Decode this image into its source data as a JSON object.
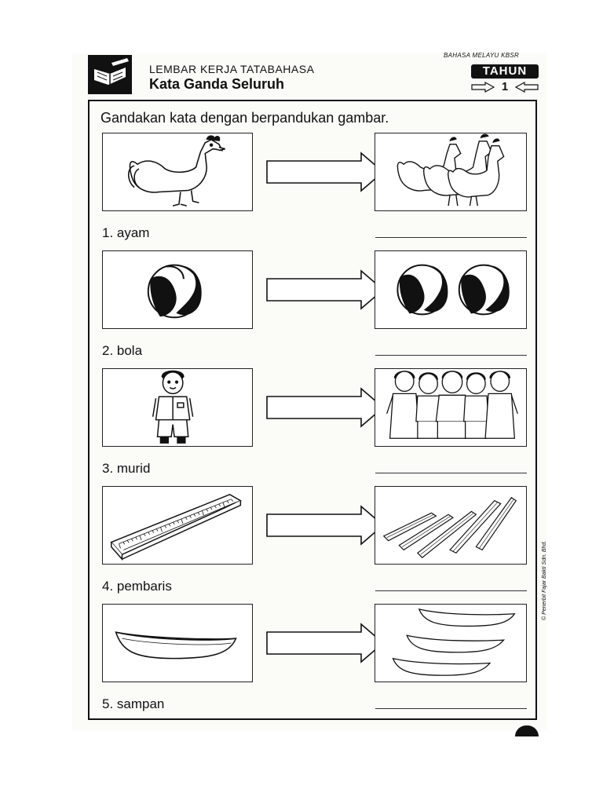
{
  "header": {
    "line1": "LEMBAR KERJA TATABAHASA",
    "line2": "Kata Ganda Seluruh",
    "subject": "BAHASA MELAYU KBSR",
    "year_label": "TAHUN",
    "year_number": "1"
  },
  "instruction": "Gandakan kata dengan berpandukan gambar.",
  "items": [
    {
      "label": "1. ayam",
      "icon": "rooster-icon"
    },
    {
      "label": "2. bola",
      "icon": "beach-ball-icon"
    },
    {
      "label": "3. murid",
      "icon": "student-icon"
    },
    {
      "label": "4. pembaris",
      "icon": "ruler-icon"
    },
    {
      "label": "5. sampan",
      "icon": "boat-icon"
    }
  ],
  "copyright": "© Penerbit Fajar Bakti Sdn. Bhd."
}
